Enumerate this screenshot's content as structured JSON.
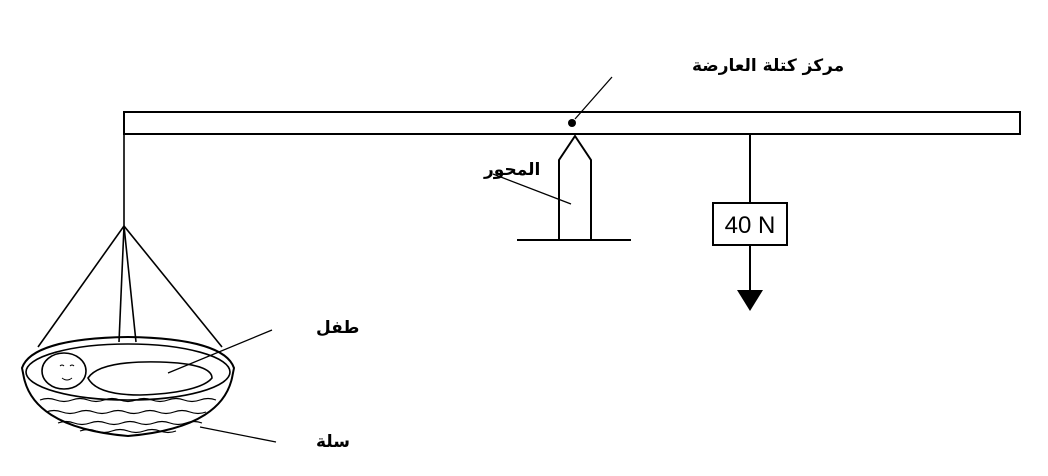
{
  "labels": {
    "center_of_mass": "مركز كتلة العارضة",
    "pivot": "المحور",
    "baby": "طفل",
    "basket": "سلة"
  },
  "weight": {
    "value": "40 N"
  }
}
